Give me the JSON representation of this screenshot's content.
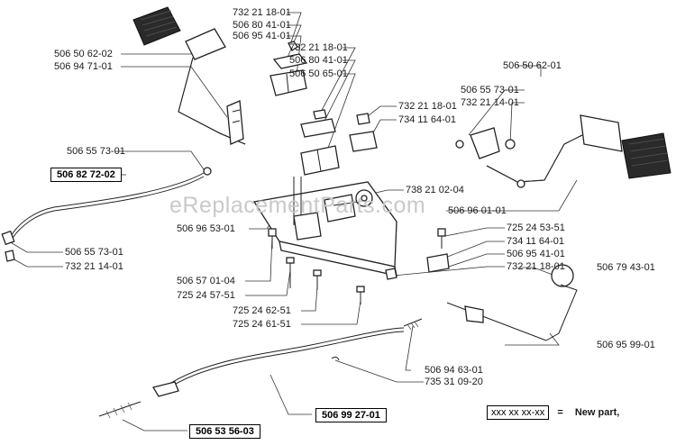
{
  "watermark": "eReplacementParts.com",
  "legend": {
    "box_text": "xxx xx xx-xx",
    "equals": "=",
    "text": "New part,"
  },
  "labels": [
    "732 21 18-01",
    "506 80 41-01",
    "506 95 41-01",
    "732 21 18-01",
    "506 80 41-01",
    "506 50 65-01",
    "732 21 18-01",
    "734 11 64-01",
    "506 50 62-02",
    "506 94 71-01",
    "506 55 73-01",
    "732 21 14-01",
    "506 50 62-01",
    "506 55 73-01",
    "506 82 72-02",
    "738 21 02-04",
    "506 96 53-01",
    "506 96 01-01",
    "725 24 53-51",
    "734 11 64-01",
    "506 95 41-01",
    "732 21 18-01",
    "506 79 43-01",
    "506 55 73-01",
    "732 21 14-01",
    "506 57 01-04",
    "725 24 57-51",
    "725 24 62-51",
    "725 24 61-51",
    "506 95 99-01",
    "506 94 63-01",
    "735 31 09-20",
    "506 53 56-03",
    "506 99 27-01"
  ]
}
